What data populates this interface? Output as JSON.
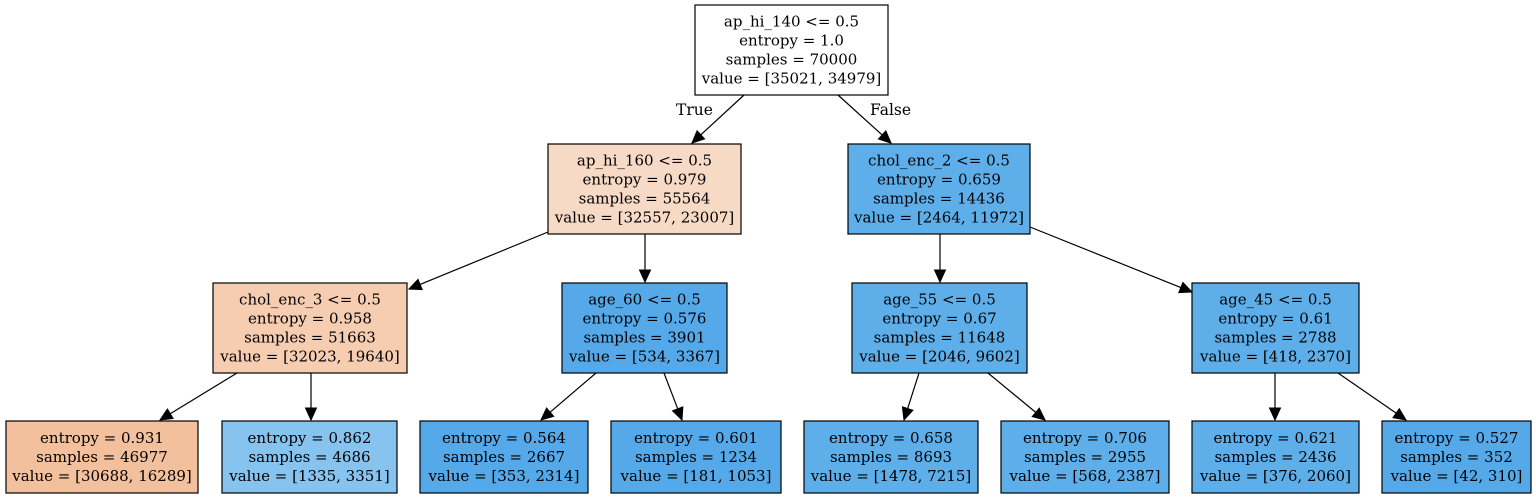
{
  "colors": {
    "root": "#ffffff",
    "orange_light": "#f7dac6",
    "orange_mid": "#f6cdb0",
    "orange_strong": "#f3c09d",
    "blue_light": "#86c3ef",
    "blue": "#5eaeea",
    "blue_strong": "#56a9e9"
  },
  "edge_labels": {
    "true": "True",
    "false": "False"
  },
  "nodes": [
    {
      "id": "n0",
      "color": "root",
      "lines": [
        "ap_hi_140 <= 0.5",
        "entropy = 1.0",
        "samples = 70000",
        "value = [35021, 34979]"
      ]
    },
    {
      "id": "n1",
      "color": "orange_light",
      "lines": [
        "ap_hi_160 <= 0.5",
        "entropy = 0.979",
        "samples = 55564",
        "value = [32557, 23007]"
      ]
    },
    {
      "id": "n2",
      "color": "blue",
      "lines": [
        "chol_enc_2 <= 0.5",
        "entropy = 0.659",
        "samples = 14436",
        "value = [2464, 11972]"
      ]
    },
    {
      "id": "n3",
      "color": "orange_mid",
      "lines": [
        "chol_enc_3 <= 0.5",
        "entropy = 0.958",
        "samples = 51663",
        "value = [32023, 19640]"
      ]
    },
    {
      "id": "n4",
      "color": "blue_strong",
      "lines": [
        "age_60 <= 0.5",
        "entropy = 0.576",
        "samples = 3901",
        "value = [534, 3367]"
      ]
    },
    {
      "id": "n5",
      "color": "blue",
      "lines": [
        "age_55 <= 0.5",
        "entropy = 0.67",
        "samples = 11648",
        "value = [2046, 9602]"
      ]
    },
    {
      "id": "n6",
      "color": "blue",
      "lines": [
        "age_45 <= 0.5",
        "entropy = 0.61",
        "samples = 2788",
        "value = [418, 2370]"
      ]
    },
    {
      "id": "n7",
      "color": "orange_strong",
      "lines": [
        "entropy = 0.931",
        "samples = 46977",
        "value = [30688, 16289]"
      ]
    },
    {
      "id": "n8",
      "color": "blue_light",
      "lines": [
        "entropy = 0.862",
        "samples = 4686",
        "value = [1335, 3351]"
      ]
    },
    {
      "id": "n9",
      "color": "blue_strong",
      "lines": [
        "entropy = 0.564",
        "samples = 2667",
        "value = [353, 2314]"
      ]
    },
    {
      "id": "n10",
      "color": "blue_strong",
      "lines": [
        "entropy = 0.601",
        "samples = 1234",
        "value = [181, 1053]"
      ]
    },
    {
      "id": "n11",
      "color": "blue",
      "lines": [
        "entropy = 0.658",
        "samples = 8693",
        "value = [1478, 7215]"
      ]
    },
    {
      "id": "n12",
      "color": "blue",
      "lines": [
        "entropy = 0.706",
        "samples = 2955",
        "value = [568, 2387]"
      ]
    },
    {
      "id": "n13",
      "color": "blue",
      "lines": [
        "entropy = 0.621",
        "samples = 2436",
        "value = [376, 2060]"
      ]
    },
    {
      "id": "n14",
      "color": "blue_strong",
      "lines": [
        "entropy = 0.527",
        "samples = 352",
        "value = [42, 310]"
      ]
    }
  ],
  "edges": [
    {
      "from": "n0",
      "to": "n1",
      "label": "true"
    },
    {
      "from": "n0",
      "to": "n2",
      "label": "false"
    },
    {
      "from": "n1",
      "to": "n3"
    },
    {
      "from": "n1",
      "to": "n4"
    },
    {
      "from": "n2",
      "to": "n5"
    },
    {
      "from": "n2",
      "to": "n6"
    },
    {
      "from": "n3",
      "to": "n7"
    },
    {
      "from": "n3",
      "to": "n8"
    },
    {
      "from": "n4",
      "to": "n9"
    },
    {
      "from": "n4",
      "to": "n10"
    },
    {
      "from": "n5",
      "to": "n11"
    },
    {
      "from": "n5",
      "to": "n12"
    },
    {
      "from": "n6",
      "to": "n13"
    },
    {
      "from": "n6",
      "to": "n14"
    }
  ]
}
